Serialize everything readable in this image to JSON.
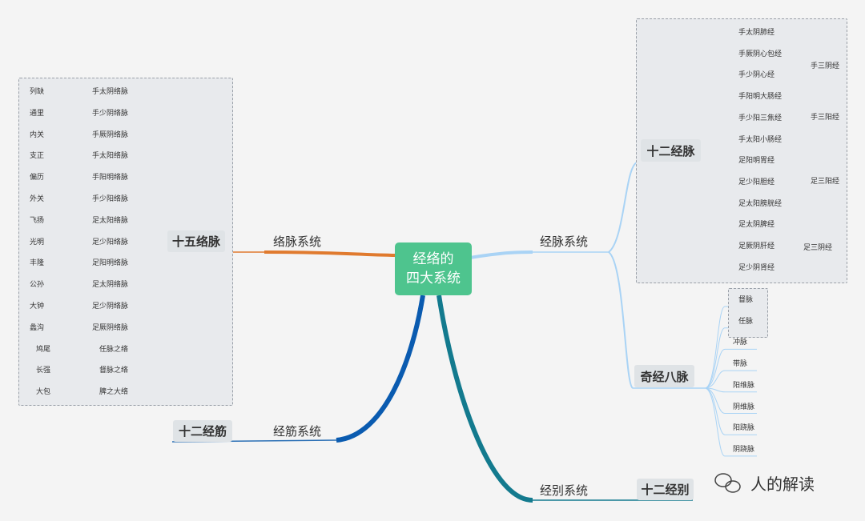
{
  "center": {
    "line1": "经络的",
    "line2": "四大系统"
  },
  "branches": {
    "luomai": "络脉系统",
    "jingmai": "经脉系统",
    "jingjin": "经筋系统",
    "jingbie": "经别系统"
  },
  "nodes": {
    "shiwu_luomai": "十五络脉",
    "shier_jingmai": "十二经脉",
    "qijing_bamai": "奇经八脉",
    "shier_jingjin": "十二经筋",
    "shier_jingbie": "十二经别"
  },
  "luomai_items": [
    {
      "point": "列缺",
      "name": "手太阴络脉"
    },
    {
      "point": "通里",
      "name": "手少阴络脉"
    },
    {
      "point": "内关",
      "name": "手厥阴络脉"
    },
    {
      "point": "支正",
      "name": "手太阳络脉"
    },
    {
      "point": "偏历",
      "name": "手阳明络脉"
    },
    {
      "point": "外关",
      "name": "手少阳络脉"
    },
    {
      "point": "飞扬",
      "name": "足太阳络脉"
    },
    {
      "point": "光明",
      "name": "足少阳络脉"
    },
    {
      "point": "丰隆",
      "name": "足阳明络脉"
    },
    {
      "point": "公孙",
      "name": "足太阴络脉"
    },
    {
      "point": "大钟",
      "name": "足少阴络脉"
    },
    {
      "point": "蠡沟",
      "name": "足厥阴络脉"
    },
    {
      "point": "鸠尾",
      "name": "任脉之络"
    },
    {
      "point": "长强",
      "name": "督脉之络"
    },
    {
      "point": "大包",
      "name": "脾之大络"
    }
  ],
  "jingmai_items": [
    "手太阴肺经",
    "手厥阴心包经",
    "手少阴心经",
    "手阳明大肠经",
    "手少阳三焦经",
    "手太阳小肠经",
    "足阳明胃经",
    "足少阳胆经",
    "足太阳膀胱经",
    "足太阴脾经",
    "足厥阴肝经",
    "足少阴肾经"
  ],
  "jingmai_groups": [
    "手三阴经",
    "手三阳经",
    "足三阳经",
    "足三阴经"
  ],
  "qijing_items": [
    "督脉",
    "任脉",
    "冲脉",
    "带脉",
    "阳维脉",
    "阴维脉",
    "阳跷脉",
    "阴跷脉"
  ],
  "brand": "人的解读",
  "colors": {
    "center": "#4ec48e",
    "orange": "#e07a2e",
    "light_blue": "#a9d3f5",
    "dark_blue": "#0a5bb0",
    "teal": "#137a8e",
    "bracket": "#c0392b"
  }
}
